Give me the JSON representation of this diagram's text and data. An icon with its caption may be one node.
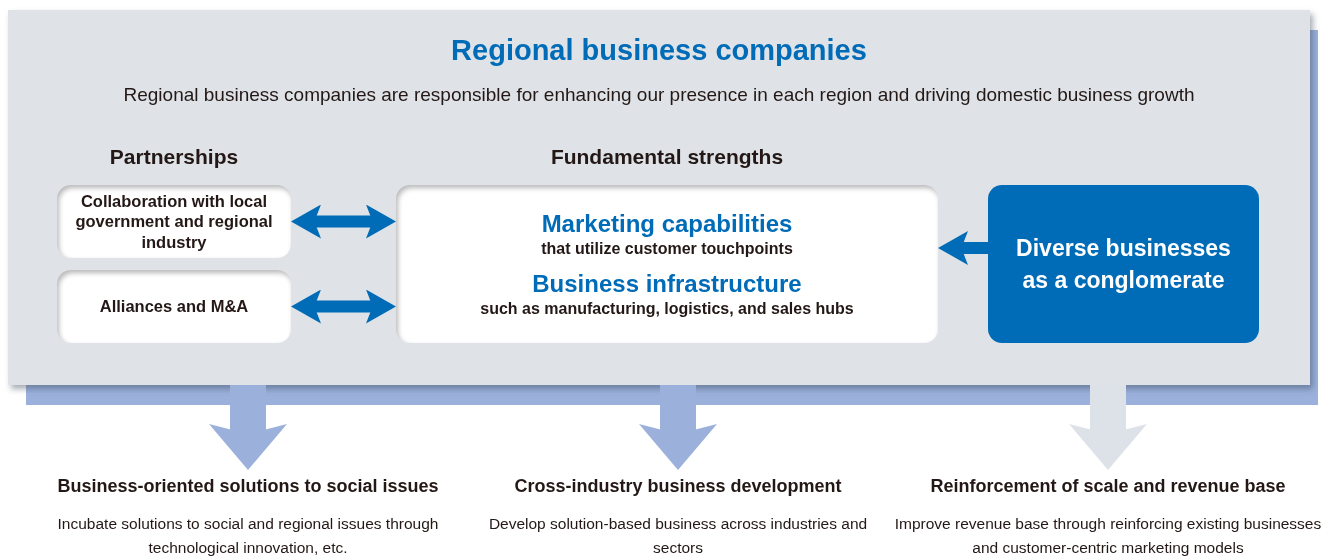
{
  "diagram": {
    "nodes": [
      {
        "text": [
          "Regional business companies",
          "Regional business companies are responsible for enhancing our presence in each region and driving domestic business growth"
        ]
      },
      {
        "text": [
          "Collaboration with local government and regional industry"
        ],
        "in": 0
      },
      {
        "text": [
          "Alliances and M&A"
        ],
        "in": 0
      },
      {
        "text": [
          "Fundamental strengths",
          "Marketing capabilities",
          "that utilize customer touchpoints",
          "Business infrastructure",
          "such as manufacturing, logistics, and sales hubs"
        ],
        "in": 0
      },
      {
        "text": [
          "Diverse businesses as a conglomerate"
        ],
        "in": 0
      },
      {
        "text": [
          "Business-oriented solutions to social issues",
          "Incubate solutions to social and regional issues through technological innovation, etc."
        ]
      },
      {
        "text": [
          "Cross-industry business development",
          "Develop solution-based business across industries and sectors"
        ]
      },
      {
        "text": [
          "Reinforcement of scale and revenue base",
          "Improve revenue base through reinforcing existing businesses and customer-centric marketing models"
        ]
      }
    ],
    "edges": [
      {
        "from": 1,
        "to": 3,
        "arrow": "both"
      },
      {
        "from": 2,
        "to": 3,
        "arrow": "both"
      },
      {
        "from": 4,
        "to": 3,
        "arrow": "to"
      },
      {
        "from": 0,
        "to": 5,
        "arrow": "to",
        "style": "thick",
        "color": "#9bb1dc"
      },
      {
        "from": 0,
        "to": 6,
        "arrow": "to",
        "style": "thick",
        "color": "#9bb1dc"
      },
      {
        "from": 0,
        "to": 7,
        "arrow": "to",
        "style": "thick",
        "color": "#dde2e8"
      }
    ],
    "labels": [
      "Partnerships"
    ]
  }
}
